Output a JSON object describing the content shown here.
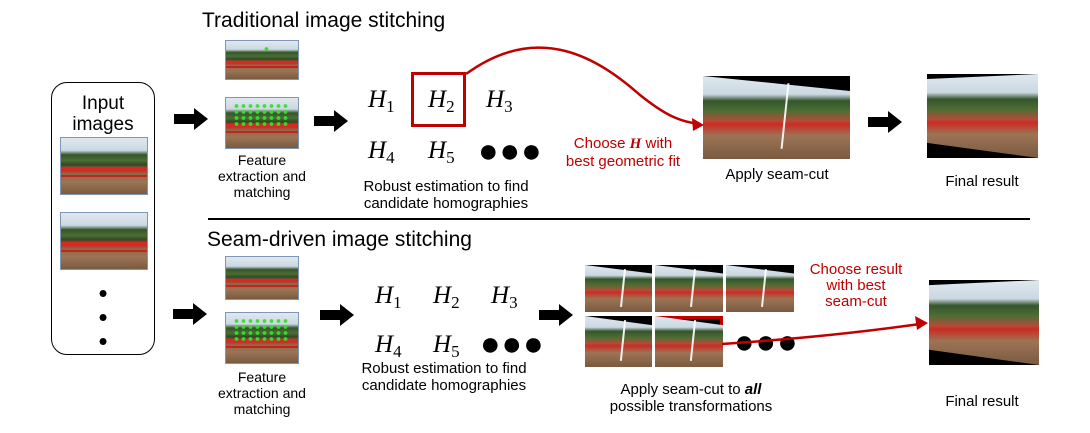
{
  "colors": {
    "accent_red": "#c00000",
    "rule": "#000000"
  },
  "input": {
    "label": "Input\nimages",
    "dots": "•\n•\n•"
  },
  "top": {
    "title": "Traditional image stitching",
    "feature_caption": "Feature\nextraction and\nmatching",
    "homographies": [
      {
        "base": "H",
        "sub": "1"
      },
      {
        "base": "H",
        "sub": "2"
      },
      {
        "base": "H",
        "sub": "3"
      },
      {
        "base": "H",
        "sub": "4"
      },
      {
        "base": "H",
        "sub": "5"
      }
    ],
    "ellipsis": "●●●",
    "estimation_caption": "Robust estimation to find\ncandidate homographies",
    "choose_prefix": "Choose ",
    "choose_h": "H",
    "choose_suffix": " with",
    "choose_line2": "best geometric fit",
    "seam_caption": "Apply seam-cut",
    "final_caption": "Final result"
  },
  "bottom": {
    "title": "Seam-driven image stitching",
    "feature_caption": "Feature\nextraction and\nmatching",
    "homographies": [
      {
        "base": "H",
        "sub": "1"
      },
      {
        "base": "H",
        "sub": "2"
      },
      {
        "base": "H",
        "sub": "3"
      },
      {
        "base": "H",
        "sub": "4"
      },
      {
        "base": "H",
        "sub": "5"
      }
    ],
    "ellipsis": "●●●",
    "estimation_caption": "Robust estimation to find\ncandidate homographies",
    "choose_result": "Choose result\nwith best\nseam-cut",
    "seam_caption_prefix": "Apply seam-cut to ",
    "seam_caption_em": "all",
    "seam_caption_line2": "possible transformations",
    "result_ellipsis": "●●●",
    "final_caption": "Final result"
  }
}
